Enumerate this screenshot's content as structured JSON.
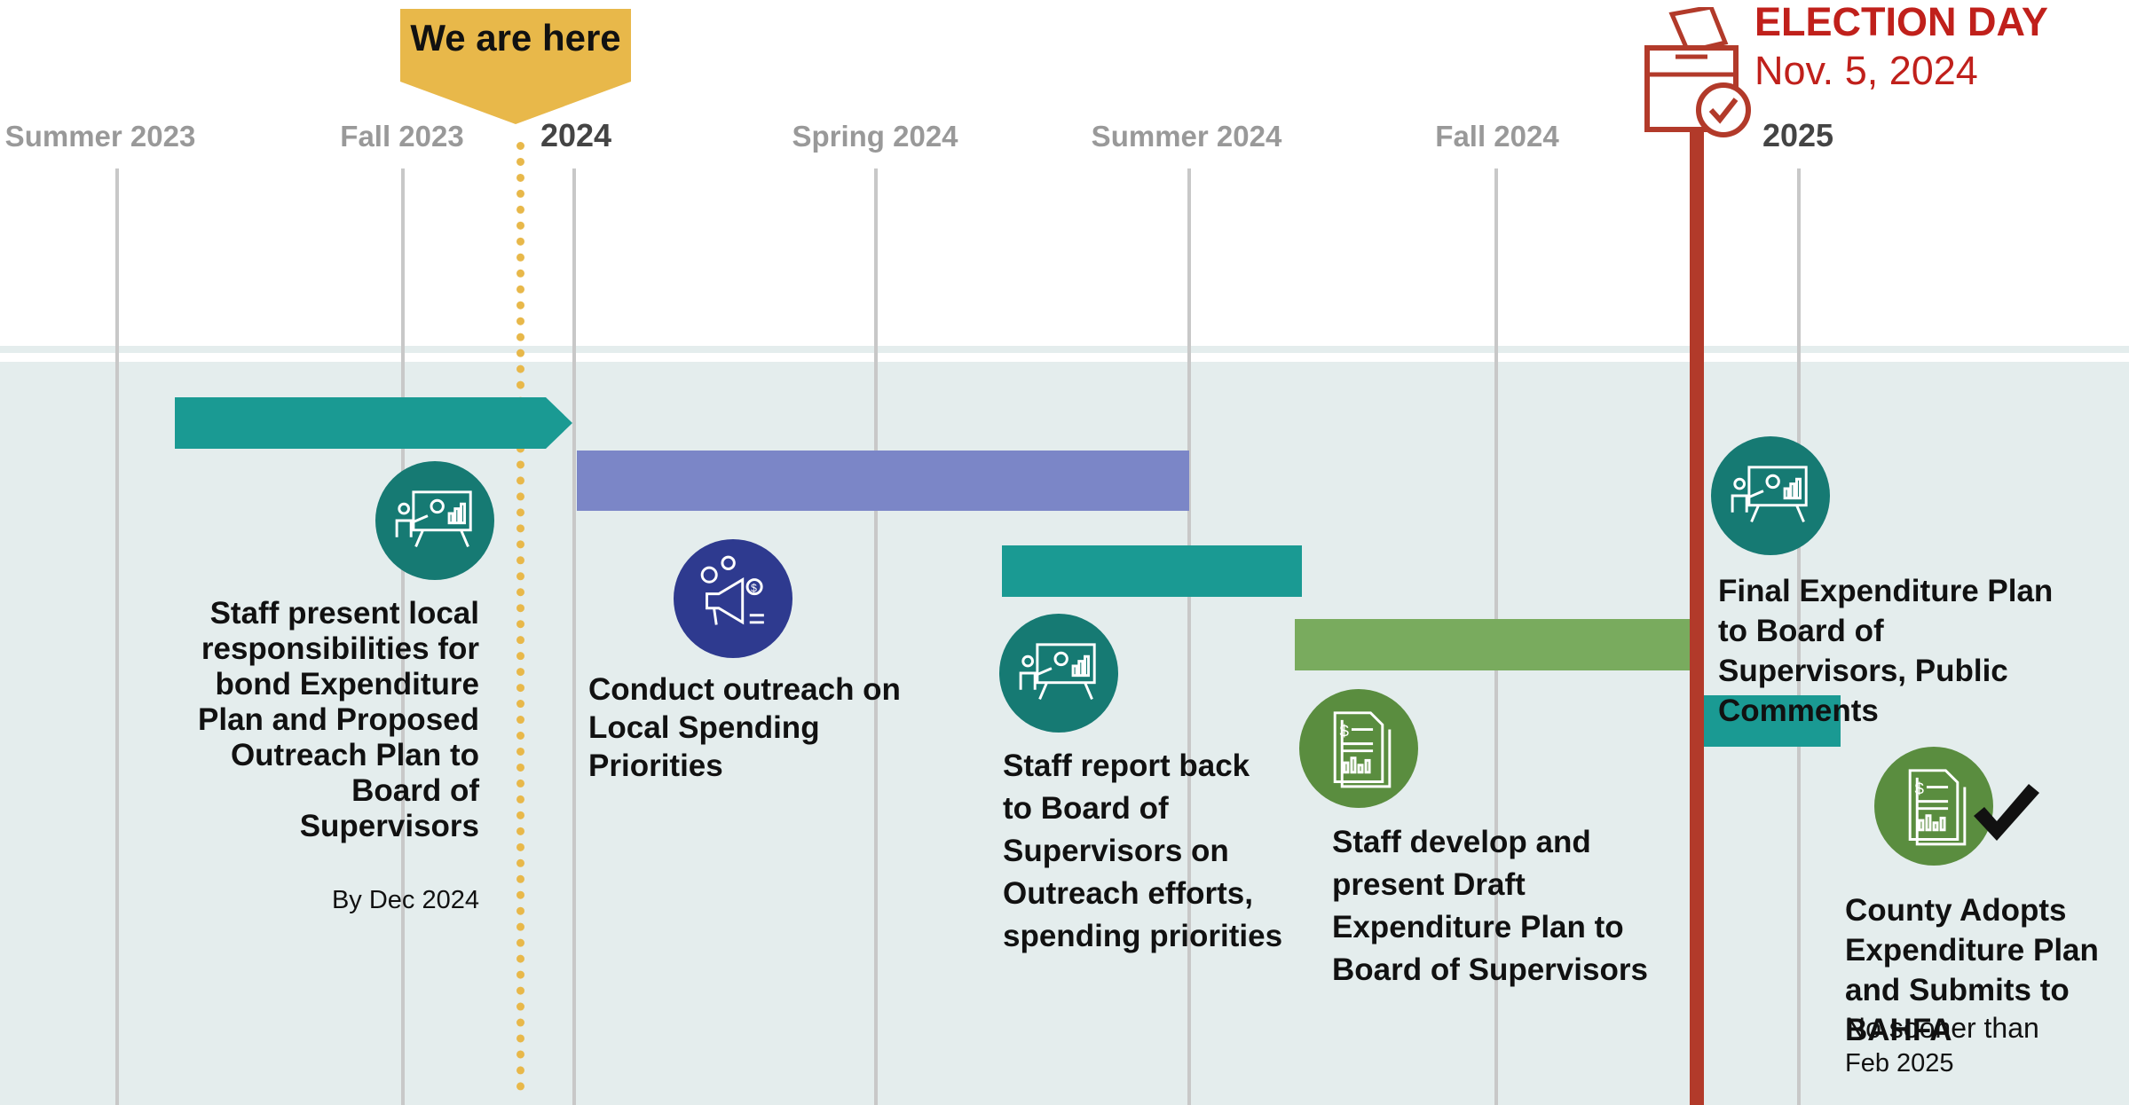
{
  "timeline": {
    "labels": [
      "Summer 2023",
      "Fall 2023",
      "2024",
      "Spring 2024",
      "Summer 2024",
      "Fall 2024",
      "2025"
    ]
  },
  "marker": {
    "we_are_here": "We are here",
    "color": "#e8b84a"
  },
  "election": {
    "title": "ELECTION DAY",
    "date": "Nov. 5, 2024",
    "color": "#b23a2a"
  },
  "colors": {
    "teal": "#1a9a93",
    "purple": "#7b86c7",
    "green": "#79ab5e",
    "icon_teal": "#167a73",
    "icon_navy": "#2e3a8f",
    "icon_green": "#5a8d3f"
  },
  "icons": [
    "presentation-icon",
    "megaphone-icon",
    "presentation-icon",
    "budget-document-icon",
    "presentation-icon",
    "budget-document-icon",
    "checkmark-icon"
  ],
  "milestones": {
    "m1": {
      "title": "Staff present local responsibilities for bond Expenditure Plan and Proposed Outreach Plan to Board of Supervisors",
      "sub": "By Dec 2024"
    },
    "m2": {
      "title": "Conduct outreach on Local Spending Priorities"
    },
    "m3": {
      "title": "Staff report back to Board of Supervisors on Outreach efforts, spending priorities"
    },
    "m4": {
      "title": "Staff develop and present Draft Expenditure Plan to Board of Supervisors"
    },
    "m5": {
      "title": "Final Expenditure Plan to Board of Supervisors, Public Comments"
    },
    "m6": {
      "title": "County Adopts Expenditure Plan and Submits to BAHFA",
      "sub1": "No sooner than",
      "sub2": "Feb 2025"
    }
  }
}
